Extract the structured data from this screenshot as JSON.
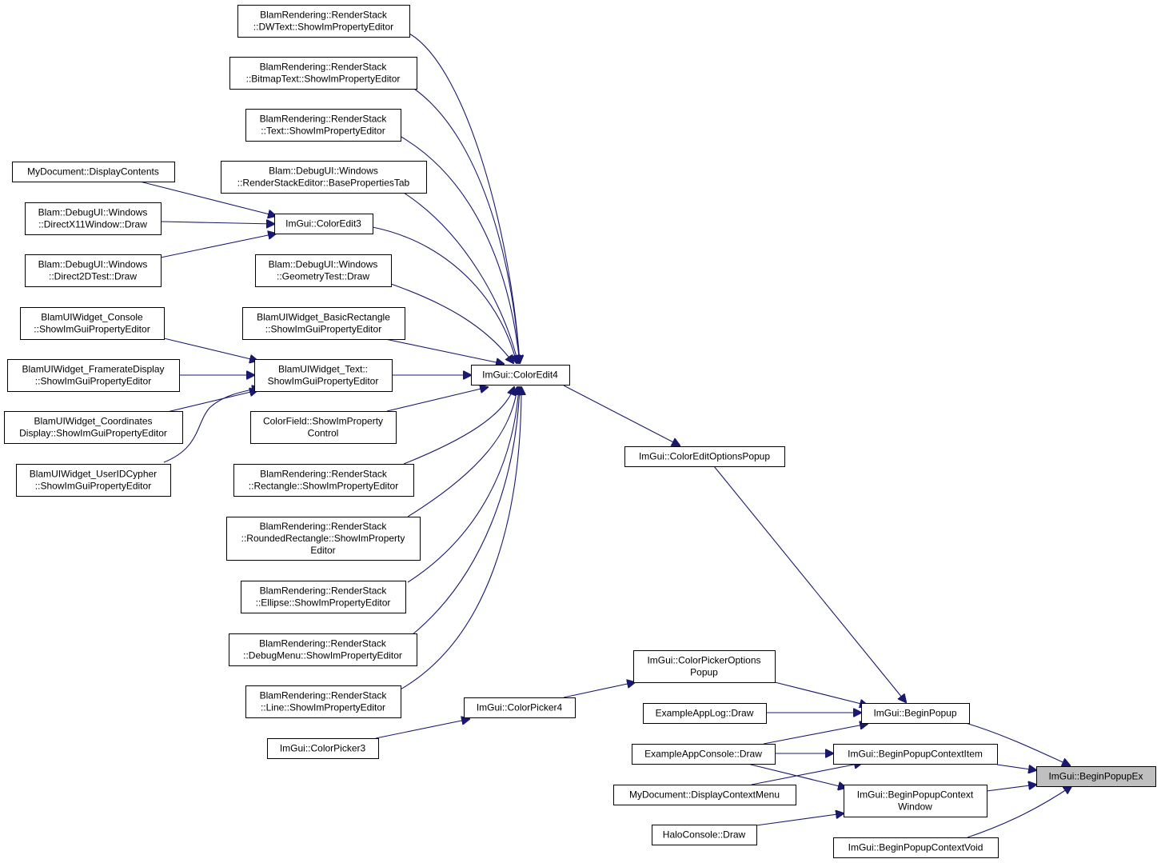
{
  "colors": {
    "edge": "#191970",
    "node_fill": "#ffffff",
    "root_fill": "#bfbfbf",
    "border": "#000000"
  },
  "nodes": {
    "dwtext": [
      "BlamRendering::RenderStack",
      "::DWText::ShowImPropertyEditor"
    ],
    "bitmaptext": [
      "BlamRendering::RenderStack",
      "::BitmapText::ShowImPropertyEditor"
    ],
    "text": [
      "BlamRendering::RenderStack",
      "::Text::ShowImPropertyEditor"
    ],
    "basepropstab": [
      "Blam::DebugUI::Windows",
      "::RenderStackEditor::BasePropertiesTab"
    ],
    "displaycontents": [
      "MyDocument::DisplayContents"
    ],
    "directx11": [
      "Blam::DebugUI::Windows",
      "::DirectX11Window::Draw"
    ],
    "coloredit3": [
      "ImGui::ColorEdit3"
    ],
    "direct2d": [
      "Blam::DebugUI::Windows",
      "::Direct2DTest::Draw"
    ],
    "geometrytest": [
      "Blam::DebugUI::Windows",
      "::GeometryTest::Draw"
    ],
    "console_widget": [
      "BlamUIWidget_Console",
      "::ShowImGuiPropertyEditor"
    ],
    "basicrect": [
      "BlamUIWidget_BasicRectangle",
      "::ShowImGuiPropertyEditor"
    ],
    "framerate": [
      "BlamUIWidget_FramerateDisplay",
      "::ShowImGuiPropertyEditor"
    ],
    "widget_text": [
      "BlamUIWidget_Text::",
      "ShowImGuiPropertyEditor"
    ],
    "coloredit4": [
      "ImGui::ColorEdit4"
    ],
    "coordinates": [
      "BlamUIWidget_Coordinates",
      "Display::ShowImGuiPropertyEditor"
    ],
    "colorfield": [
      "ColorField::ShowImProperty",
      "Control"
    ],
    "useridcypher": [
      "BlamUIWidget_UserIDCypher",
      "::ShowImGuiPropertyEditor"
    ],
    "rectangle": [
      "BlamRendering::RenderStack",
      "::Rectangle::ShowImPropertyEditor"
    ],
    "coloreditoptions": [
      "ImGui::ColorEditOptionsPopup"
    ],
    "roundedrect": [
      "BlamRendering::RenderStack",
      "::RoundedRectangle::ShowImProperty",
      "Editor"
    ],
    "ellipse": [
      "BlamRendering::RenderStack",
      "::Ellipse::ShowImPropertyEditor"
    ],
    "debugmenu": [
      "BlamRendering::RenderStack",
      "::DebugMenu::ShowImPropertyEditor"
    ],
    "colorpickeroptions": [
      "ImGui::ColorPickerOptions",
      "Popup"
    ],
    "line": [
      "BlamRendering::RenderStack",
      "::Line::ShowImPropertyEditor"
    ],
    "colorpicker4": [
      "ImGui::ColorPicker4"
    ],
    "exampleapplog": [
      "ExampleAppLog::Draw"
    ],
    "beginpopup": [
      "ImGui::BeginPopup"
    ],
    "colorpicker3": [
      "ImGui::ColorPicker3"
    ],
    "exampleappconsole": [
      "ExampleAppConsole::Draw"
    ],
    "beginpopupcontextitem": [
      "ImGui::BeginPopupContextItem"
    ],
    "beginpopupex": [
      "ImGui::BeginPopupEx"
    ],
    "displaycontextmenu": [
      "MyDocument::DisplayContextMenu"
    ],
    "beginpopupcontextwindow": [
      "ImGui::BeginPopupContext",
      "Window"
    ],
    "haloconsole": [
      "HaloConsole::Draw"
    ],
    "beginpopupcontextvoid": [
      "ImGui::BeginPopupContextVoid"
    ]
  }
}
